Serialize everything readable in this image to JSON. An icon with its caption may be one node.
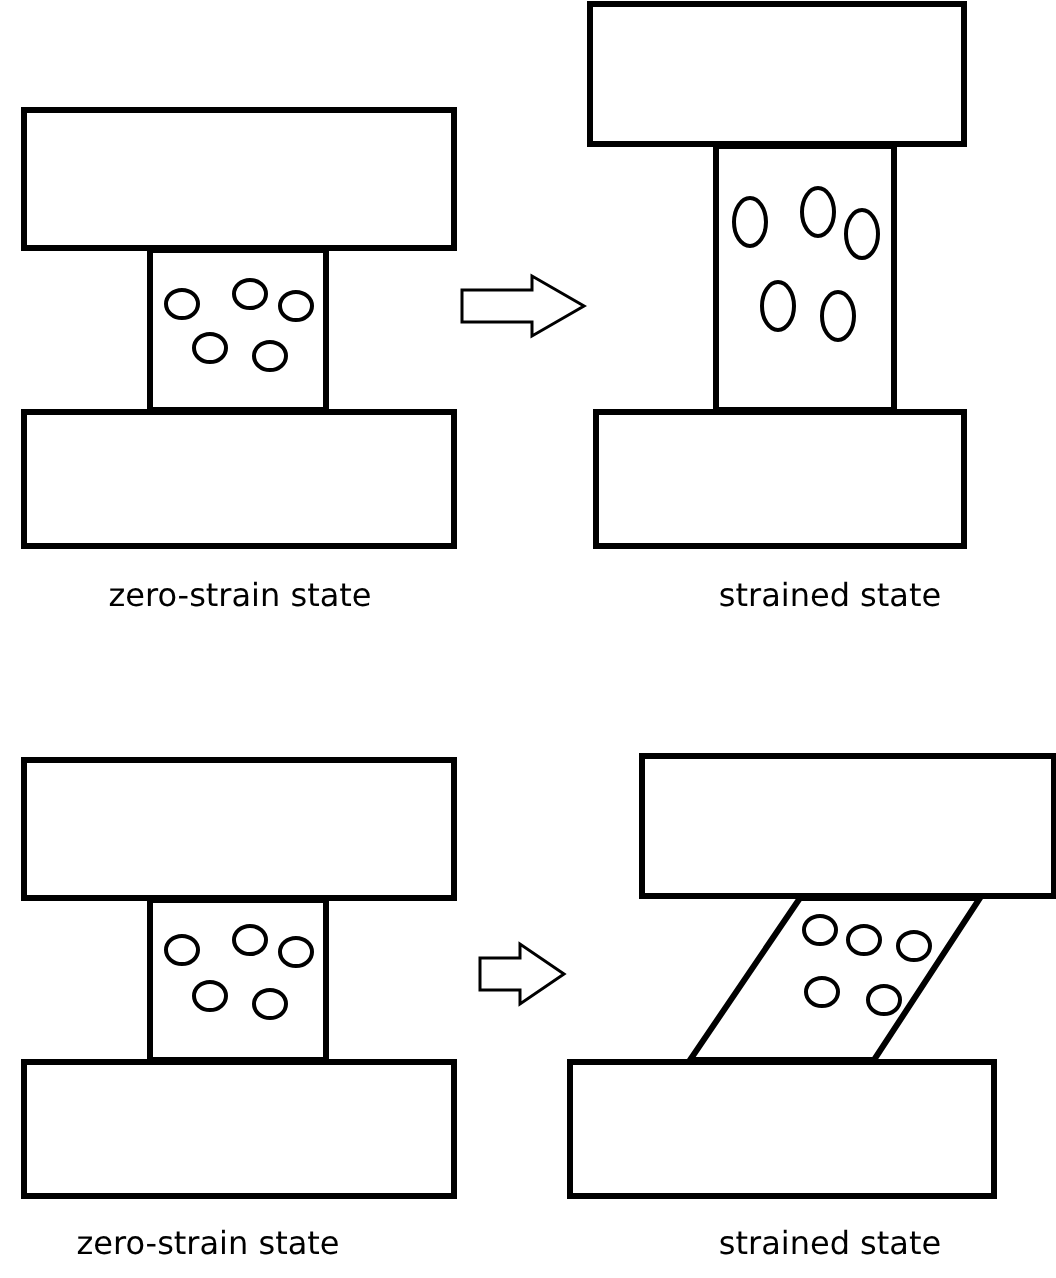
{
  "diagram": {
    "nodes": [
      {
        "text": [
          "zero-strain state"
        ]
      },
      {
        "text": [
          "strained state"
        ]
      },
      {
        "text": [
          "zero-strain state"
        ]
      },
      {
        "text": [
          "strained state"
        ]
      }
    ],
    "edges": [
      {
        "from": 0,
        "to": 1,
        "arrow": "to"
      },
      {
        "from": 2,
        "to": 3,
        "arrow": "to"
      }
    ]
  }
}
